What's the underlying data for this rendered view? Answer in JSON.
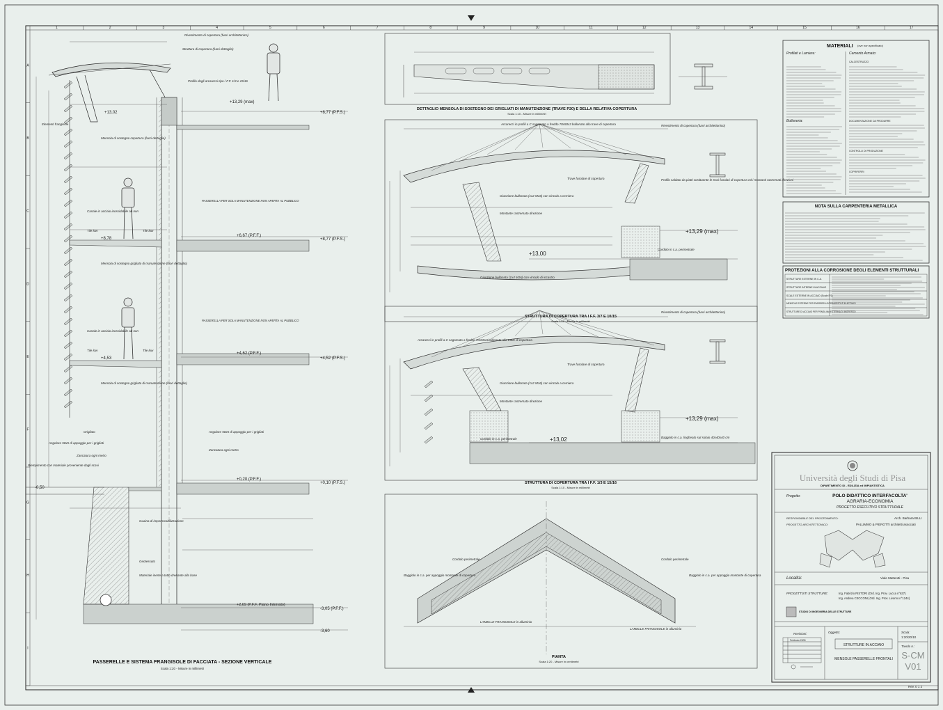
{
  "sheet": {
    "column_numbers": [
      "1",
      "2",
      "3",
      "4",
      "5",
      "6",
      "7",
      "8",
      "9",
      "10",
      "11",
      "12",
      "13",
      "14",
      "15",
      "16",
      "17"
    ],
    "row_letters": [
      "A",
      "B",
      "C",
      "D",
      "E",
      "F",
      "G",
      "H",
      "I"
    ]
  },
  "section": {
    "title": "PASSERELLE E SISTEMA FRANGISOLE DI FACCIATA - SEZIONE VERTICALE",
    "scale": "Scala 1:20 - Misure in millimetri",
    "levels": [
      "+13,29 (max)",
      "+13,02",
      "+8,77 (P.F.S.)",
      "+8,78",
      "+6,67 (P.F.F.)",
      "+4,52 (P.F.S.)",
      "+4,53",
      "+4,62 (P.F.F.)",
      "+0,20 (P.F.F.)",
      "+0,10 (P.F.S.)",
      "-0,50",
      "+2,69 (P.F.F. Piano Interrato)",
      "-3,05 (P.F.F.)",
      "-3,60"
    ],
    "labels": {
      "rivestimento": "Rivestimento di copertura (fuori architettonico)",
      "struttura": "Struttura di copertura (fuori dettaglio)",
      "profilo": "Profilo degli arcarecci tipo / F.F. 1/3 e 15/16",
      "elementi": "Elementi frangisole",
      "mensola": "Mensola di sostegno copertura (fuori dettaglio)",
      "passerella1": "PASSERELLA PER SOLA MANUTENZIONE NON APERTA AL PUBBLICO",
      "mensola_griglie": "Mensola di sostegno grigliato di manutenzione (fuori dettaglio)",
      "canale": "Canale in acciaio inossidabile ab non",
      "tile": "Tile low",
      "grigliato": "Grigliato",
      "angolare": "Angolare 50x5 di appoggio per i grigliati",
      "zancatura": "Zancatura ogni metro",
      "riempimento": "Riempimento con materiale proveniente dagli scavi",
      "guaina": "Guaina di impermeabilizzazione",
      "geotessuto": "Geotessuto",
      "materiale": "Materiale inerte a tutto drenante alla base",
      "angolare_dx": "Angolare 50x5 di appoggio per i grigliati",
      "zancatura_dx": "Zancatura ogni metro"
    }
  },
  "detail_top": {
    "title": "DETTAGLIO MENSOLA DI SOSTEGNO DEI GRIGLIATI DI MANUTENZIONE (TRAVE P20) E DELLA RELATIVA COPERTURA",
    "scale": "Scala 1:10 - Misure in millimetri"
  },
  "roof1": {
    "title": "STRUTTURA DI COPERTURA TRA I F.F. 3/7 E 10/15",
    "scale": "Scala 1:10 - Misure in millimetri",
    "levels": [
      "+13,29 (max)",
      "+13,00"
    ],
    "labels": [
      "Arcarecci in profili a C sagomato a freddo 70x50x3 bullonato alla trave di copertura",
      "Rivestimento di copertura (fuori architettonico)",
      "Trave fusolare di copertura",
      "Giunzione bullonata (1x2 M16) con vincolo a cerniera",
      "Montante rastremato direzione",
      "Giunzione bullonata (1x4 M16) con vincolo di incastro",
      "Cordolo in c.a. perimetrale",
      "Profilo saldato da piatti costituente le travi fusolari di copertura ed i montanti rastremati direzioni"
    ]
  },
  "roof2": {
    "title": "STRUTTURA DI COPERTURA TRA I F.F. 1/3 E 15/16",
    "scale": "Scala 1:10 - Misure in millimetri",
    "levels": [
      "+13,29 (max)",
      "+13,02"
    ],
    "labels": [
      "Arcarecci in profili a C sagomato a freddo 70x50x3 bullonato alla trave di copertura",
      "Rivestimento di copertura (fuori architettonico)",
      "Trave fusolare di copertura",
      "Giunzione bullonata (1x2 M16) con vincolo a cerniera",
      "Montante rastremato direzione",
      "Cordolo in c.a. perimetrale",
      "Baggiolo in c.a. lingheato sul solaio 40x40x40 cm"
    ]
  },
  "plan": {
    "title": "PIANTA",
    "scale": "Scala 1:20 - Misure in centimetri",
    "labels": [
      "Cordolo perimetrale",
      "Cordolo perimetrale",
      "Baggiolo in c.a. per appoggio montante di copertura",
      "Baggiolo in c.a. per appoggio montante di copertura",
      "LAMELLE FRANGISOLE in alluminio",
      "LAMELLE FRANGISOLE in alluminio"
    ]
  },
  "materials": {
    "title": "MATERIALI",
    "subtitle": "(ove non specificato)",
    "col1_head": "Profilati e Lamiere:",
    "col2_head": "Cemento Armato:",
    "col1_sub": "Bulloneria:",
    "col2_lines": [
      "CALCESTRUZZO",
      "DOCUMENTAZIONE DA PRODURRE",
      "CONTROLLI DI PRODUZIONE",
      "COPRIFERRI"
    ]
  },
  "notes": {
    "title": "NOTA SULLA CARPENTERIA METALLICA"
  },
  "corrosion": {
    "title": "PROTEZIONI ALLA CORROSIONE DEGLI ELEMENTI STRUTTURALI",
    "rows": [
      "STRUTTURE ESTERNE IN C.A.",
      "STRUTTURE INTERNE IN ACCIAIO",
      "SCALE ESTERNE IN ACCIAIO (Scale F/1)",
      "MENSOLE ESTERNE PER PASSERELLE/FRANGISOLE IN ACCIAIO",
      "STRUTTURE DI ACCIAIO PER PENSILINA ESTERNA DI INGRESSO"
    ]
  },
  "title_block": {
    "university": "Università degli Studi di Pisa",
    "department": "DIPARTIMENTO DI - EDILIZIA ed IMPIANTISTICA",
    "progetto_label": "Progetto:",
    "project_line1": "POLO DIDATTICO INTERFACOLTA'",
    "project_line2": "AGRARIA-ECONOMIA",
    "project_line3": "PROGETTO ESECUTIVO STRUTTURALE",
    "responsabile_label": "RESPONSABILE DEL PROCEDIMENTO:",
    "responsabile": "Arch. Barbara BILLI",
    "architettonico_label": "PROGETTO ARCHITETTONICO:",
    "architettonico": "PALUMMO & PIEROTTI architetti associati",
    "localita_label": "Località:",
    "localita": "Viale Matteotti - Pisa",
    "progettisti_label": "PROGETTISTI STRUTTURE:",
    "progettista1": "Ing. Fabrizio RISTORI (Ord. Ing. Prov. Lucca n°637)",
    "progettista2": "Ing. Andrea CECCONI (Ord. Ing. Prov. Livorno n°1244)",
    "studio": "STUDIO DI INGEGNERIA DELLE STRUTTURE",
    "revisioni_label": "Revisioni:",
    "rev0_date": "Febbraio 2005",
    "oggetto_label": "Oggetto:",
    "oggetto1": "STRUTTURE IN ACCIAIO",
    "oggetto2": "MENSOLE PASSERELLE FRONTALI",
    "scala_label": "Scala:",
    "scala": "1:20/20/10",
    "tavola_label": "Tavola n.:",
    "tavola1": "S-CM",
    "tavola2": "V01",
    "rev_footer": "Rev. 0 1 2"
  }
}
